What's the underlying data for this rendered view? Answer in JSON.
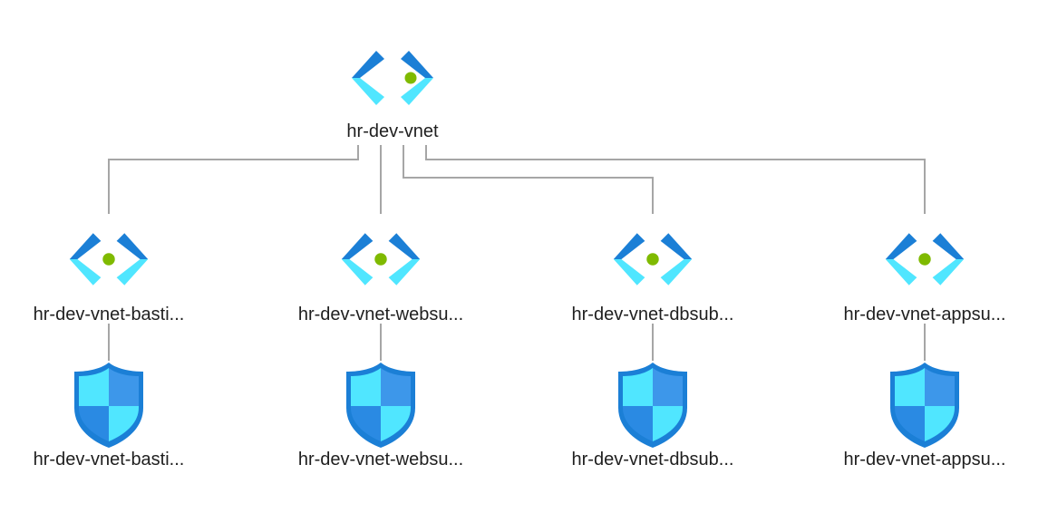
{
  "root": {
    "label": "hr-dev-vnet",
    "icon": "virtual-network-icon"
  },
  "subnets": [
    {
      "label": "hr-dev-vnet-basti...",
      "icon": "subnet-icon",
      "nsg": {
        "label": "hr-dev-vnet-basti...",
        "icon": "network-security-group-shield-icon"
      }
    },
    {
      "label": "hr-dev-vnet-websu...",
      "icon": "subnet-icon",
      "nsg": {
        "label": "hr-dev-vnet-websu...",
        "icon": "network-security-group-shield-icon"
      }
    },
    {
      "label": "hr-dev-vnet-dbsub...",
      "icon": "subnet-icon",
      "nsg": {
        "label": "hr-dev-vnet-dbsub...",
        "icon": "network-security-group-shield-icon"
      }
    },
    {
      "label": "hr-dev-vnet-appsu...",
      "icon": "subnet-icon",
      "nsg": {
        "label": "hr-dev-vnet-appsu...",
        "icon": "network-security-group-shield-icon"
      }
    }
  ],
  "colors": {
    "line": "#a6a6a6",
    "bracket_dark": "#1b7fd6",
    "bracket_light": "#50e6ff",
    "dot": "#7fba00",
    "shield_dark": "#1b7fd6",
    "shield_light": "#50e6ff"
  }
}
